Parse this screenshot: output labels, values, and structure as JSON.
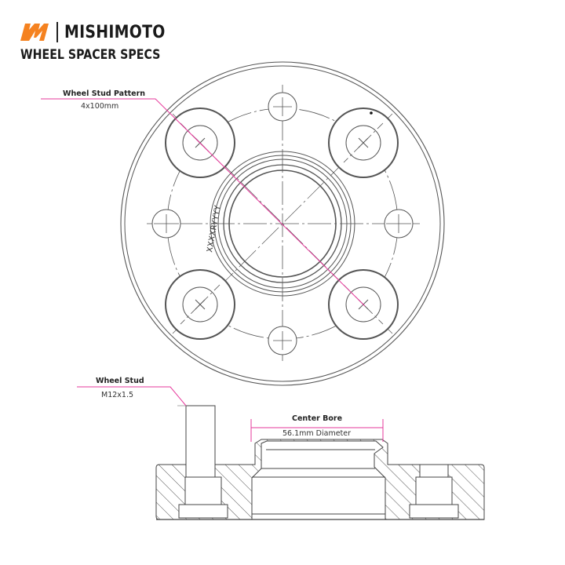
{
  "header": {
    "brand_name": "MISHIMOTO",
    "subtitle": "WHEEL SPACER SPECS",
    "brand_color": "#F58220"
  },
  "callouts": {
    "stud_pattern": {
      "title": "Wheel Stud Pattern",
      "value": "4x100mm"
    },
    "wheel_stud": {
      "title": "Wheel Stud",
      "value": "M12x1.5"
    },
    "center_bore": {
      "title": "Center Bore",
      "value": "56.1mm Diameter"
    }
  },
  "part_marking": "XXXXRYYYY",
  "colors": {
    "line": "#555555",
    "leader": "#E6399B",
    "text": "#222222"
  },
  "icons": {
    "logo": "mishimoto-m-logo"
  }
}
